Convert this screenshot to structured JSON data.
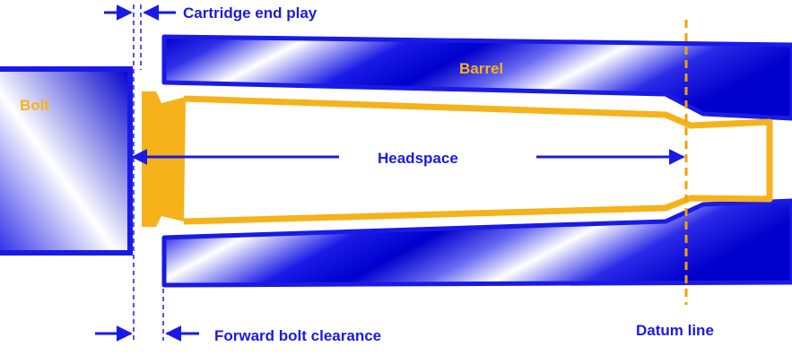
{
  "labels": {
    "cartridge_end_play": "Cartridge end play",
    "bolt": "Bolt",
    "barrel": "Barrel",
    "headspace": "Headspace",
    "forward_bolt_clearance": "Forward bolt clearance",
    "datum_line": "Datum line"
  },
  "colors": {
    "blue": "#1a1ae6",
    "deep_blue": "#0000cc",
    "brass": "#f5b21a",
    "datum": "#f5a000",
    "background": "#ffffff"
  }
}
